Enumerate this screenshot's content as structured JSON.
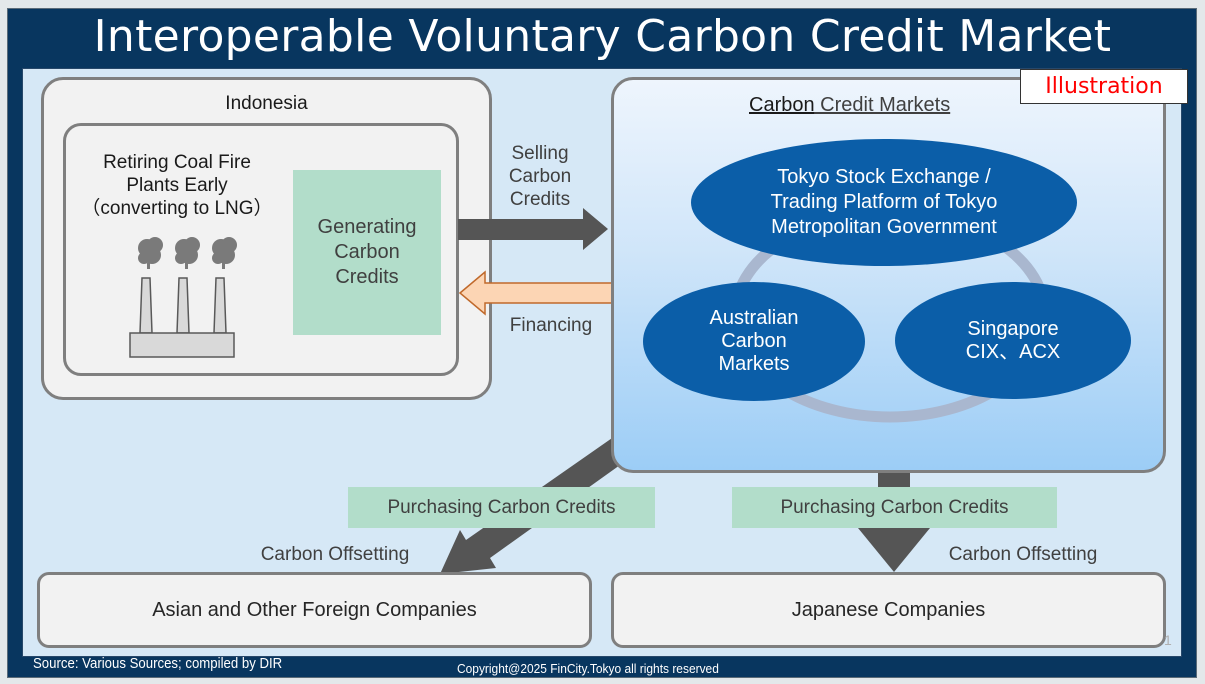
{
  "title": "Interoperable Voluntary Carbon Credit Market",
  "badge": "Illustration",
  "indonesia": {
    "label": "Indonesia",
    "retiring_lines": [
      "Retiring Coal Fire",
      "Plants Early",
      "（converting to LNG）"
    ],
    "icon": "factory-smokestacks-icon",
    "generating_lines": [
      "Generating",
      "Carbon",
      "Credits"
    ]
  },
  "flows": {
    "selling_lines": [
      "Selling",
      "Carbon",
      "Credits"
    ],
    "financing": "Financing",
    "purchasing_left": "Purchasing Carbon Credits",
    "purchasing_right": "Purchasing Carbon Credits",
    "offsetting_left": "Carbon Offsetting",
    "offsetting_right": "Carbon Offsetting"
  },
  "markets": {
    "title_part1": "Carbon",
    "title_part2": " Credit Markets",
    "tokyo_lines": [
      "Tokyo Stock Exchange /",
      "Trading Platform of Tokyo",
      "Metropolitan Government"
    ],
    "australia_lines": [
      "Australian",
      "Carbon",
      "Markets"
    ],
    "singapore_lines": [
      "Singapore",
      "CIX、ACX"
    ]
  },
  "companies": {
    "foreign": "Asian and Other Foreign Companies",
    "japanese": "Japanese Companies"
  },
  "page_number": "1",
  "footer": {
    "source": "Source: Various Sources; compiled by DIR",
    "copyright": "Copyright@2025 FinCity.Tokyo all rights reserved"
  },
  "colors": {
    "header_bg": "#08365f",
    "canvas_bg": "#d6e8f6",
    "ellipse": "#0b5ea8",
    "green_label": "#b2ddca",
    "arrow_dark": "#555555",
    "arrow_financing": "#fcd5b4",
    "badge_text": "#ff0000"
  }
}
